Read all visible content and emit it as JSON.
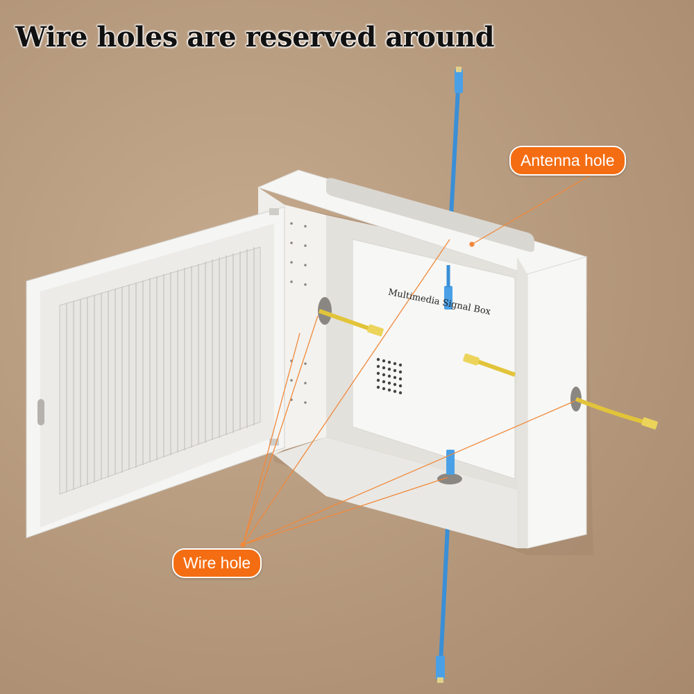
{
  "headline": "Wire holes are reserved around",
  "callouts": {
    "antenna_hole": "Antenna hole",
    "wire_hole": "Wire hole"
  },
  "product_label": "Multimedia Signal Box",
  "colors": {
    "callout_orange": "#f46d12",
    "leader_line": "#f0883a",
    "blue_cable": "#3a8fd6",
    "yellow_cable": "#e2c43a",
    "wall": "#b89c80",
    "cabinet": "#f4f4f2"
  }
}
